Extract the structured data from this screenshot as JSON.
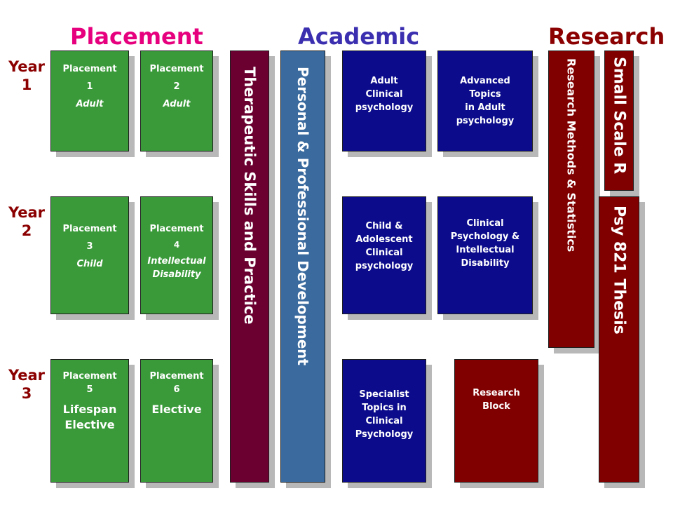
{
  "headings": {
    "placement": "Placement",
    "academic": "Academic",
    "research": "Research"
  },
  "years": [
    {
      "word": "Year",
      "num": "1"
    },
    {
      "word": "Year",
      "num": "2"
    },
    {
      "word": "Year",
      "num": "3"
    }
  ],
  "placements": [
    {
      "label": "Placement",
      "number": "1",
      "detail": "Adult"
    },
    {
      "label": "Placement",
      "number": "2",
      "detail": "Adult"
    },
    {
      "label": "Placement",
      "number": "3",
      "detail": "Child"
    },
    {
      "label": "Placement",
      "number": "4",
      "detail_line1": "Intellectual",
      "detail_line2": "Disability"
    },
    {
      "label": "Placement",
      "number": "5",
      "detail_line1": "Lifespan",
      "detail_line2": "Elective"
    },
    {
      "label": "Placement",
      "number": "6",
      "detail": "Elective"
    }
  ],
  "vertical_bars": {
    "therapeutic": "Therapeutic Skills and Practice",
    "professional": "Personal & Professional Development",
    "research_methods": "Research Methods & Statistics",
    "small_scale": "Small Scale R",
    "thesis": "Psy 821 Thesis"
  },
  "modules": {
    "adult_clinical": [
      "Adult",
      "Clinical",
      "psychology"
    ],
    "advanced_topics": [
      "Advanced",
      "Topics",
      "in Adult",
      "psychology"
    ],
    "child_adolescent": [
      "Child &",
      "Adolescent",
      "Clinical",
      "psychology"
    ],
    "intellectual_disability": [
      "Clinical",
      "Psychology &",
      "Intellectual",
      "Disability"
    ],
    "specialist_topics": [
      "Specialist",
      "Topics in",
      "Clinical",
      "Psychology"
    ],
    "research_block": [
      "Research",
      "Block"
    ]
  },
  "colors": {
    "heading_placement": "#e6007e",
    "heading_academic": "#3b2fb0",
    "heading_research": "#8b0000",
    "placement_green": "#3a9a3a",
    "module_navy": "#0b0b8c",
    "research_maroon": "#800000",
    "therapeutic_bar": "#6b0030",
    "professional_bar": "#3a6a9e"
  }
}
